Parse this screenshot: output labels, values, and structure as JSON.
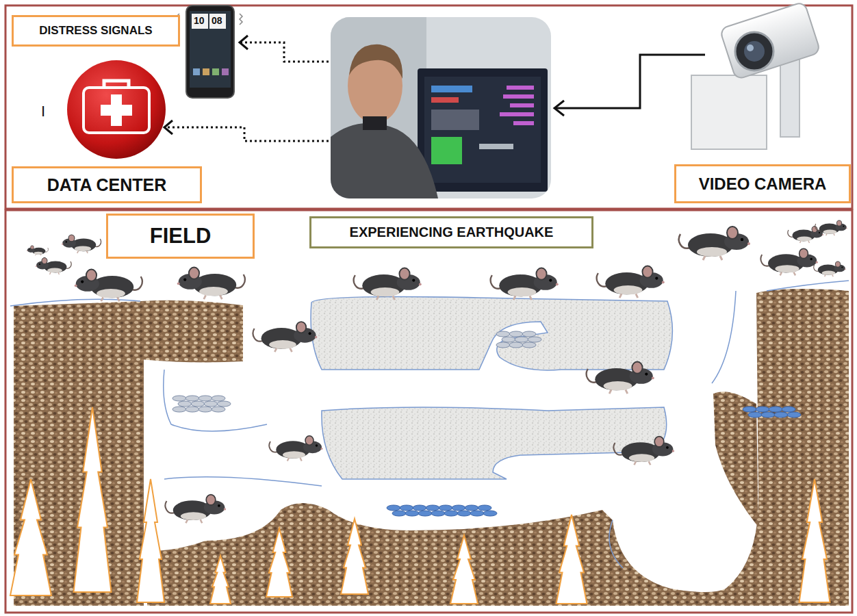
{
  "diagram": {
    "nodes": [
      {
        "text": [
          "DISTRESS SIGNALS"
        ]
      },
      {
        "text": [
          "DATA CENTER"
        ]
      },
      {
        "text": [
          "VIDEO CAMERA"
        ]
      },
      {
        "text": [
          "FIELD"
        ]
      },
      {
        "text": [
          "EXPERIENCING EARTHQUAKE"
        ]
      }
    ],
    "labels": [
      "I",
      "10",
      "08"
    ]
  }
}
